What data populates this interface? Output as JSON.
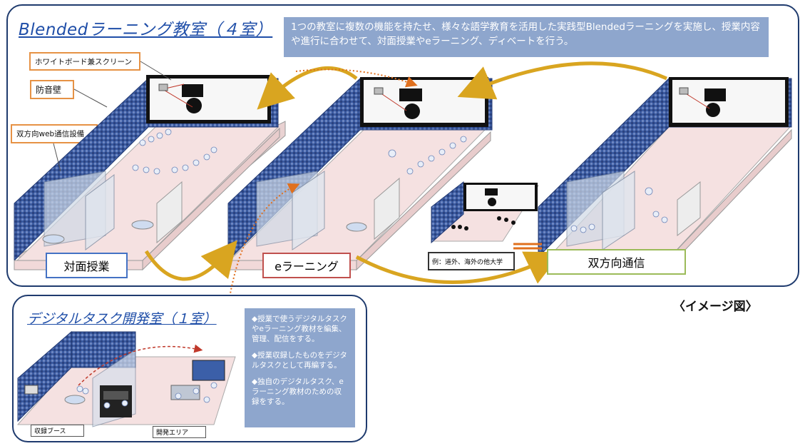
{
  "main": {
    "title": "Blendedラーニング教室（４室）",
    "description": "1つの教室に複数の機能を持たせ、様々な語学教育を活用した実践型Blendedラーニングを実施し、授業内容や進行に合わせて、対面授業やeラーニング、ディベートを行う。",
    "callouts": [
      "ホワイトボード兼スクリーン",
      "防音壁",
      "双方向web通信設備"
    ],
    "room_labels": [
      "対面授業",
      "eラーニング",
      "双方向通信"
    ],
    "example_label": "例：道外、海外の他大学"
  },
  "caption": "〈イメージ図〉",
  "digital": {
    "title": "デジタルタスク開発室（１室）",
    "notes": [
      "◆授業で使うデジタルタスクやeラーニング教材を編集、管理、配信をする。",
      "◆授業収録したものをデジタルタスクとして再編する。",
      "◆独自のデジタルタスク、eラーニング教材のための収録をする。"
    ],
    "area_labels": [
      "収録ブース",
      "開発エリア"
    ]
  },
  "colors": {
    "frame": "#1f3b6e",
    "title": "#1f4ea8",
    "desc_bg": "#8ea6cd",
    "callout_border": "#e69245",
    "label_blue": "#4472c4",
    "label_red": "#c0504d",
    "label_green": "#9bbb59",
    "arrow_gold": "#d9a520",
    "floor": "#f3dede",
    "wall": "#2e4a8c"
  }
}
